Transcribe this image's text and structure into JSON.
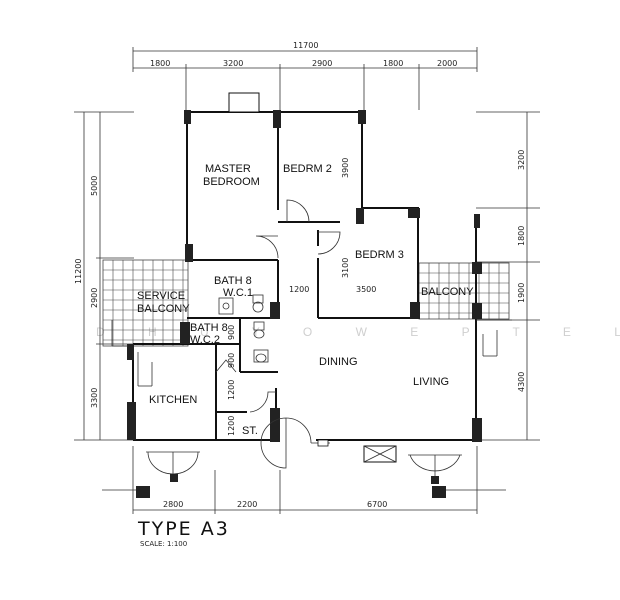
{
  "plan": {
    "title": "TYPE A3",
    "scale": "SCALE: 1:100",
    "watermark": "D H U Y O W E P T E L T D"
  },
  "dimensions": {
    "top_total": "11700",
    "top_segments": [
      "1800",
      "3200",
      "2900",
      "1800",
      "2000"
    ],
    "left_total": "11200",
    "left_segments": [
      "5000",
      "2900",
      "3300"
    ],
    "right_segments": [
      "3200",
      "1800",
      "1900",
      "4300"
    ],
    "bottom_segments": [
      "2800",
      "2200",
      "6700"
    ],
    "internal": [
      "3900",
      "1200",
      "3100",
      "3500",
      "900",
      "900",
      "1200",
      "1200"
    ]
  },
  "rooms": [
    "MASTER",
    "BEDROOM",
    "BEDRM 2",
    "BEDRM 3",
    "BATH 8",
    "W.C.1",
    "SERVICE",
    "BALCONY",
    "BATH 8",
    "W.C.2",
    "KITCHEN",
    "DINING",
    "LIVING",
    "BALCONY",
    "ST."
  ]
}
